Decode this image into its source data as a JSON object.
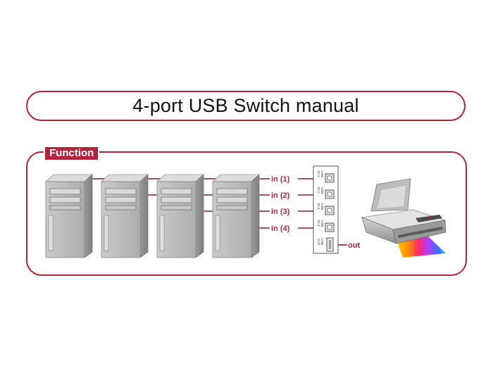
{
  "title": "4-port USB Switch manual",
  "section_label": "Function",
  "ports": [
    {
      "label": "in (1)",
      "usb_text": "USB",
      "port_text": "IN-1"
    },
    {
      "label": "in (2)",
      "usb_text": "USB",
      "port_text": "IN-2"
    },
    {
      "label": "in (3)",
      "usb_text": "USB",
      "port_text": "IN-3"
    },
    {
      "label": "in (4)",
      "usb_text": "USB",
      "port_text": "IN-4"
    }
  ],
  "output": {
    "label": "out",
    "usb_text": "USB",
    "port_text": "OUT"
  },
  "colors": {
    "accent": "#b3243b",
    "tower": "#b9b9b9",
    "tower_dark": "#8e8e8e"
  },
  "icons": [
    "pc-tower-icon",
    "usb-b-port-icon",
    "usb-a-port-icon",
    "printer-icon"
  ]
}
